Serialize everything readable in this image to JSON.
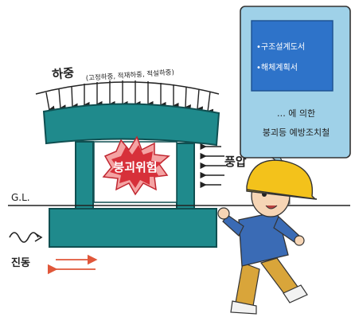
{
  "load": {
    "title": "하중",
    "detail": "(고정하중, 적재하중, 적설하중)"
  },
  "danger_label": "붕괴위험",
  "wind_pressure": "풍압",
  "ground_level": "G.L.",
  "vibration": "진동",
  "sign": {
    "items": [
      "•구조설계도서",
      "•해체계획서"
    ],
    "footer_line1": "… 에 의한",
    "footer_line2": "붕괴등 예방조치철"
  },
  "colors": {
    "structure": "#1f8a8c",
    "danger_fill": "#d7303a",
    "danger_burst": "#f4a3a3",
    "sign_board": "#2e73c9",
    "sign_frame": "#9fd1e8",
    "helmet": "#f3c21b",
    "shirt": "#3a6bb5",
    "pants": "#d9a53a",
    "vibration_arrow": "#e0573a"
  }
}
